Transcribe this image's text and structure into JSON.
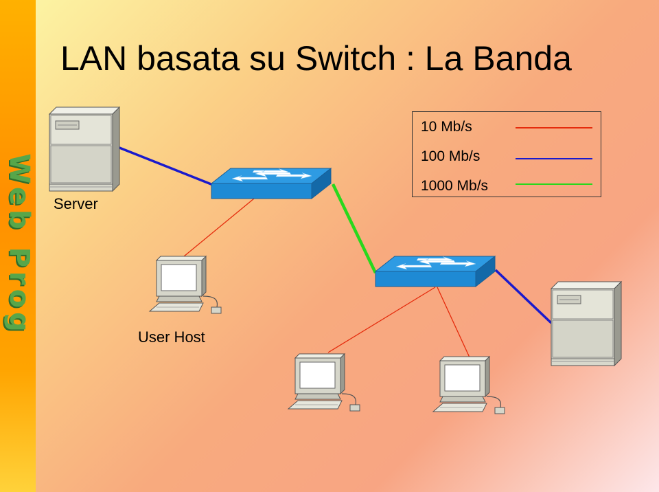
{
  "sidebar": {
    "logo_text": "Web Prog"
  },
  "title": "LAN basata su Switch : La Banda",
  "legend": {
    "items": [
      {
        "label": "10 Mb/s",
        "color": "#e52b0c"
      },
      {
        "label": "100 Mb/s",
        "color": "#1a1acc"
      },
      {
        "label": "1000 Mb/s",
        "color": "#28d81c"
      }
    ]
  },
  "nodes": {
    "server_label": "Server",
    "host_label": "User Host"
  },
  "colors": {
    "link_10": "#e52b0c",
    "link_100": "#1a1acc",
    "link_1000": "#28d81c",
    "switch_blue": "#1e8fd8"
  }
}
